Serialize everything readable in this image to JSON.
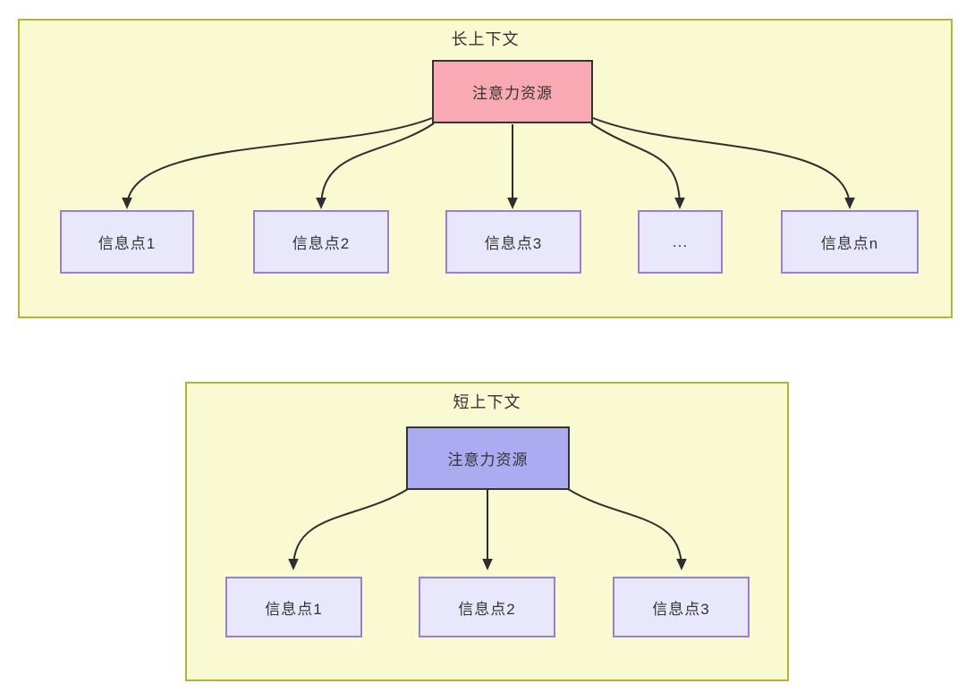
{
  "diagrams": [
    {
      "id": "long-context",
      "title": "长上下文",
      "source": {
        "label": "注意力资源",
        "fill": "#f9a9b1"
      },
      "nodes": [
        {
          "label": "信息点1"
        },
        {
          "label": "信息点2"
        },
        {
          "label": "信息点3"
        },
        {
          "label": "..."
        },
        {
          "label": "信息点n"
        }
      ]
    },
    {
      "id": "short-context",
      "title": "短上下文",
      "source": {
        "label": "注意力资源",
        "fill": "#acaaf1"
      },
      "nodes": [
        {
          "label": "信息点1"
        },
        {
          "label": "信息点2"
        },
        {
          "label": "信息点3"
        }
      ]
    }
  ],
  "colors": {
    "panel_fill": "#fafad2",
    "panel_border": "#b3b33a",
    "long_source_fill": "#f9a9b1",
    "short_source_fill": "#acaaf1",
    "info_node_fill": "#e8e7fc",
    "info_node_border": "#9a7fd1",
    "arrow": "#2e2e2e",
    "text": "#333333",
    "page_background": "#ffffff"
  }
}
